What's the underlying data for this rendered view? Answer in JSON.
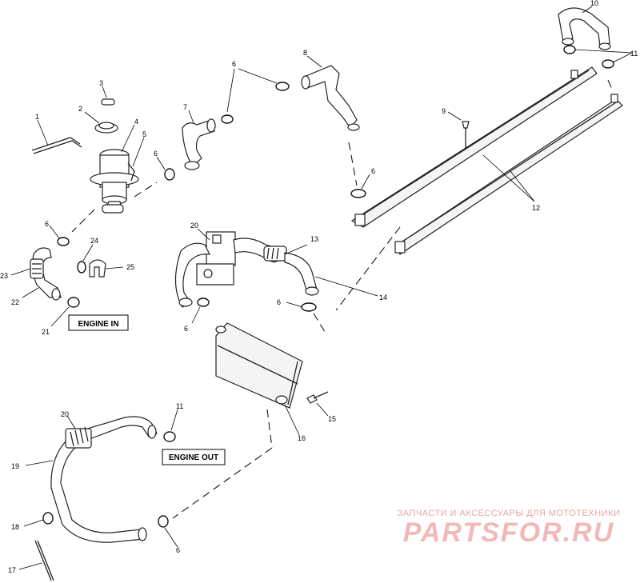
{
  "callouts": {
    "c1": "1",
    "c2": "2",
    "c3": "3",
    "c4": "4",
    "c5": "5",
    "c6a": "6",
    "c6b": "6",
    "c6c": "6",
    "c6d": "6",
    "c6e": "6",
    "c6f": "6",
    "c6g": "6",
    "c7": "7",
    "c8": "8",
    "c9": "9",
    "c10": "10",
    "c11a": "11",
    "c11b": "11",
    "c12": "12",
    "c13": "13",
    "c14": "14",
    "c15": "15",
    "c16": "16",
    "c17": "17",
    "c18": "18",
    "c19": "19",
    "c20a": "20",
    "c20b": "20",
    "c21": "21",
    "c22": "22",
    "c23": "23",
    "c24": "24",
    "c25": "25"
  },
  "labels": {
    "engine_in": "ENGINE IN",
    "engine_out": "ENGINE OUT"
  },
  "watermark": {
    "subtitle": "ЗАПЧАСТИ И АКСЕССУАРЫ ДЛЯ МОТОТЕХНИКИ",
    "brand": "PARTSFOR.RU"
  }
}
